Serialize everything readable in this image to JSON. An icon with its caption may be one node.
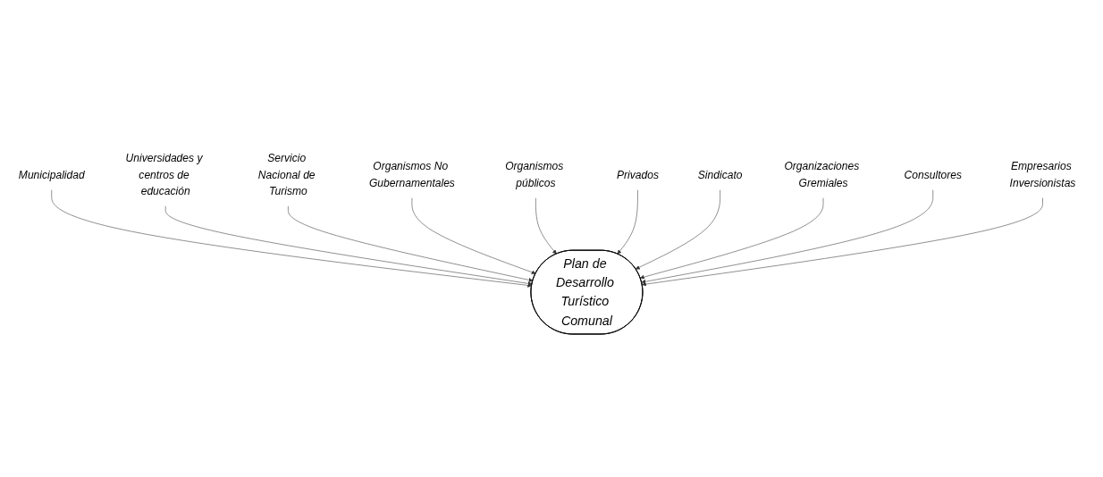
{
  "diagram": {
    "nodes": [
      {
        "text": [
          "Municipalidad"
        ]
      },
      {
        "text": [
          "Universidades y centros de educación"
        ]
      },
      {
        "text": [
          "Servicio Nacional de Turismo"
        ]
      },
      {
        "text": [
          "Organismos No Gubernamentales"
        ]
      },
      {
        "text": [
          "Organismos públicos"
        ]
      },
      {
        "text": [
          "Plan de Desarrollo Turístico Comunal"
        ]
      },
      {
        "text": [
          "Privados"
        ]
      },
      {
        "text": [
          "Sindicato"
        ]
      },
      {
        "text": [
          "Organizaciones Gremiales"
        ]
      },
      {
        "text": [
          "Consultores"
        ]
      },
      {
        "text": [
          "Empresarios Inversionistas"
        ]
      }
    ],
    "edges": [
      {
        "from": 0,
        "to": 5,
        "arrow": "to"
      },
      {
        "from": 1,
        "to": 5,
        "arrow": "to"
      },
      {
        "from": 2,
        "to": 5,
        "arrow": "to"
      },
      {
        "from": 3,
        "to": 5,
        "arrow": "to"
      },
      {
        "from": 4,
        "to": 5,
        "arrow": "to"
      },
      {
        "from": 6,
        "to": 5,
        "arrow": "to"
      },
      {
        "from": 7,
        "to": 5,
        "arrow": "to"
      },
      {
        "from": 8,
        "to": 5,
        "arrow": "to"
      },
      {
        "from": 9,
        "to": 5,
        "arrow": "to"
      },
      {
        "from": 10,
        "to": 5,
        "arrow": "to"
      }
    ]
  }
}
